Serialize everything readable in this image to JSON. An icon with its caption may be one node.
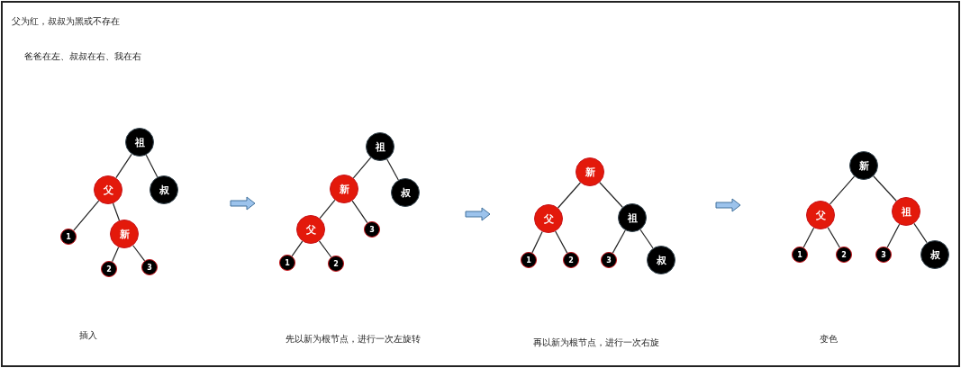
{
  "diagram": {
    "title": "父为红，叔叔为黑或不存在",
    "nodes": [
      {
        "text": [
          "祖"
        ]
      },
      {
        "text": [
          "父"
        ]
      },
      {
        "text": [
          "叔"
        ]
      },
      {
        "text": [
          "1"
        ]
      },
      {
        "text": [
          "新"
        ]
      },
      {
        "text": [
          "2"
        ]
      },
      {
        "text": [
          "3"
        ]
      },
      {
        "text": [
          "祖"
        ]
      },
      {
        "text": [
          "新"
        ]
      },
      {
        "text": [
          "叔"
        ]
      },
      {
        "text": [
          "父"
        ]
      },
      {
        "text": [
          "3"
        ]
      },
      {
        "text": [
          "1"
        ]
      },
      {
        "text": [
          "2"
        ]
      },
      {
        "text": [
          "新"
        ]
      },
      {
        "text": [
          "父"
        ]
      },
      {
        "text": [
          "祖"
        ]
      },
      {
        "text": [
          "1"
        ]
      },
      {
        "text": [
          "2"
        ]
      },
      {
        "text": [
          "3"
        ]
      },
      {
        "text": [
          "叔"
        ]
      },
      {
        "text": [
          "新"
        ]
      },
      {
        "text": [
          "父"
        ]
      },
      {
        "text": [
          "祖"
        ]
      },
      {
        "text": [
          "1"
        ]
      },
      {
        "text": [
          "2"
        ]
      },
      {
        "text": [
          "3"
        ]
      },
      {
        "text": [
          "叔"
        ]
      }
    ],
    "edges": [
      {
        "from": 0,
        "to": 1,
        "arrow": "none"
      },
      {
        "from": 0,
        "to": 2,
        "arrow": "none"
      },
      {
        "from": 1,
        "to": 3,
        "arrow": "none"
      },
      {
        "from": 1,
        "to": 4,
        "arrow": "none"
      },
      {
        "from": 4,
        "to": 5,
        "arrow": "none"
      },
      {
        "from": 4,
        "to": 6,
        "arrow": "none"
      },
      {
        "from": 7,
        "to": 8,
        "arrow": "none"
      },
      {
        "from": 7,
        "to": 9,
        "arrow": "none"
      },
      {
        "from": 8,
        "to": 10,
        "arrow": "none"
      },
      {
        "from": 8,
        "to": 11,
        "arrow": "none"
      },
      {
        "from": 10,
        "to": 12,
        "arrow": "none"
      },
      {
        "from": 10,
        "to": 13,
        "arrow": "none"
      },
      {
        "from": 14,
        "to": 15,
        "arrow": "none"
      },
      {
        "from": 14,
        "to": 16,
        "arrow": "none"
      },
      {
        "from": 15,
        "to": 17,
        "arrow": "none"
      },
      {
        "from": 15,
        "to": 18,
        "arrow": "none"
      },
      {
        "from": 16,
        "to": 19,
        "arrow": "none"
      },
      {
        "from": 16,
        "to": 20,
        "arrow": "none"
      },
      {
        "from": 21,
        "to": 22,
        "arrow": "none"
      },
      {
        "from": 21,
        "to": 23,
        "arrow": "none"
      },
      {
        "from": 22,
        "to": 24,
        "arrow": "none"
      },
      {
        "from": 22,
        "to": 25,
        "arrow": "none"
      },
      {
        "from": 23,
        "to": 26,
        "arrow": "none"
      },
      {
        "from": 23,
        "to": 27,
        "arrow": "none"
      }
    ],
    "labels": [
      "爸爸在左、叔叔在右、我在右",
      "插入",
      "先以新为根节点，进行一次左旋转",
      "再以新为根节点，进行一次右旋",
      "变色"
    ]
  }
}
